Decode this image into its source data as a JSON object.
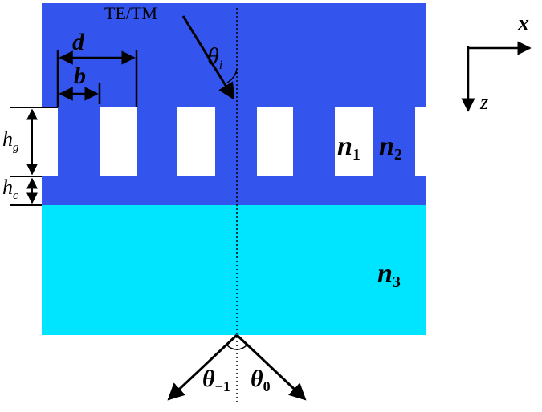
{
  "colors": {
    "grating": "#3355ee",
    "substrate": "#00e5ff",
    "background": "#ffffff",
    "lines": "#000000"
  },
  "labels": {
    "incident": "TE/TM",
    "theta_i": "θ",
    "theta_i_sub": "i",
    "d": "d",
    "b": "b",
    "hg": "h",
    "hg_sub": "g",
    "hc": "h",
    "hc_sub": "c",
    "n1": "n",
    "n1_sub": "1",
    "n2": "n",
    "n2_sub": "2",
    "n3": "n",
    "n3_sub": "3",
    "axis_x": "x",
    "axis_z": "z",
    "theta_m1": "θ",
    "theta_m1_sub": "−1",
    "theta_0": "θ",
    "theta_0_sub": "0"
  }
}
